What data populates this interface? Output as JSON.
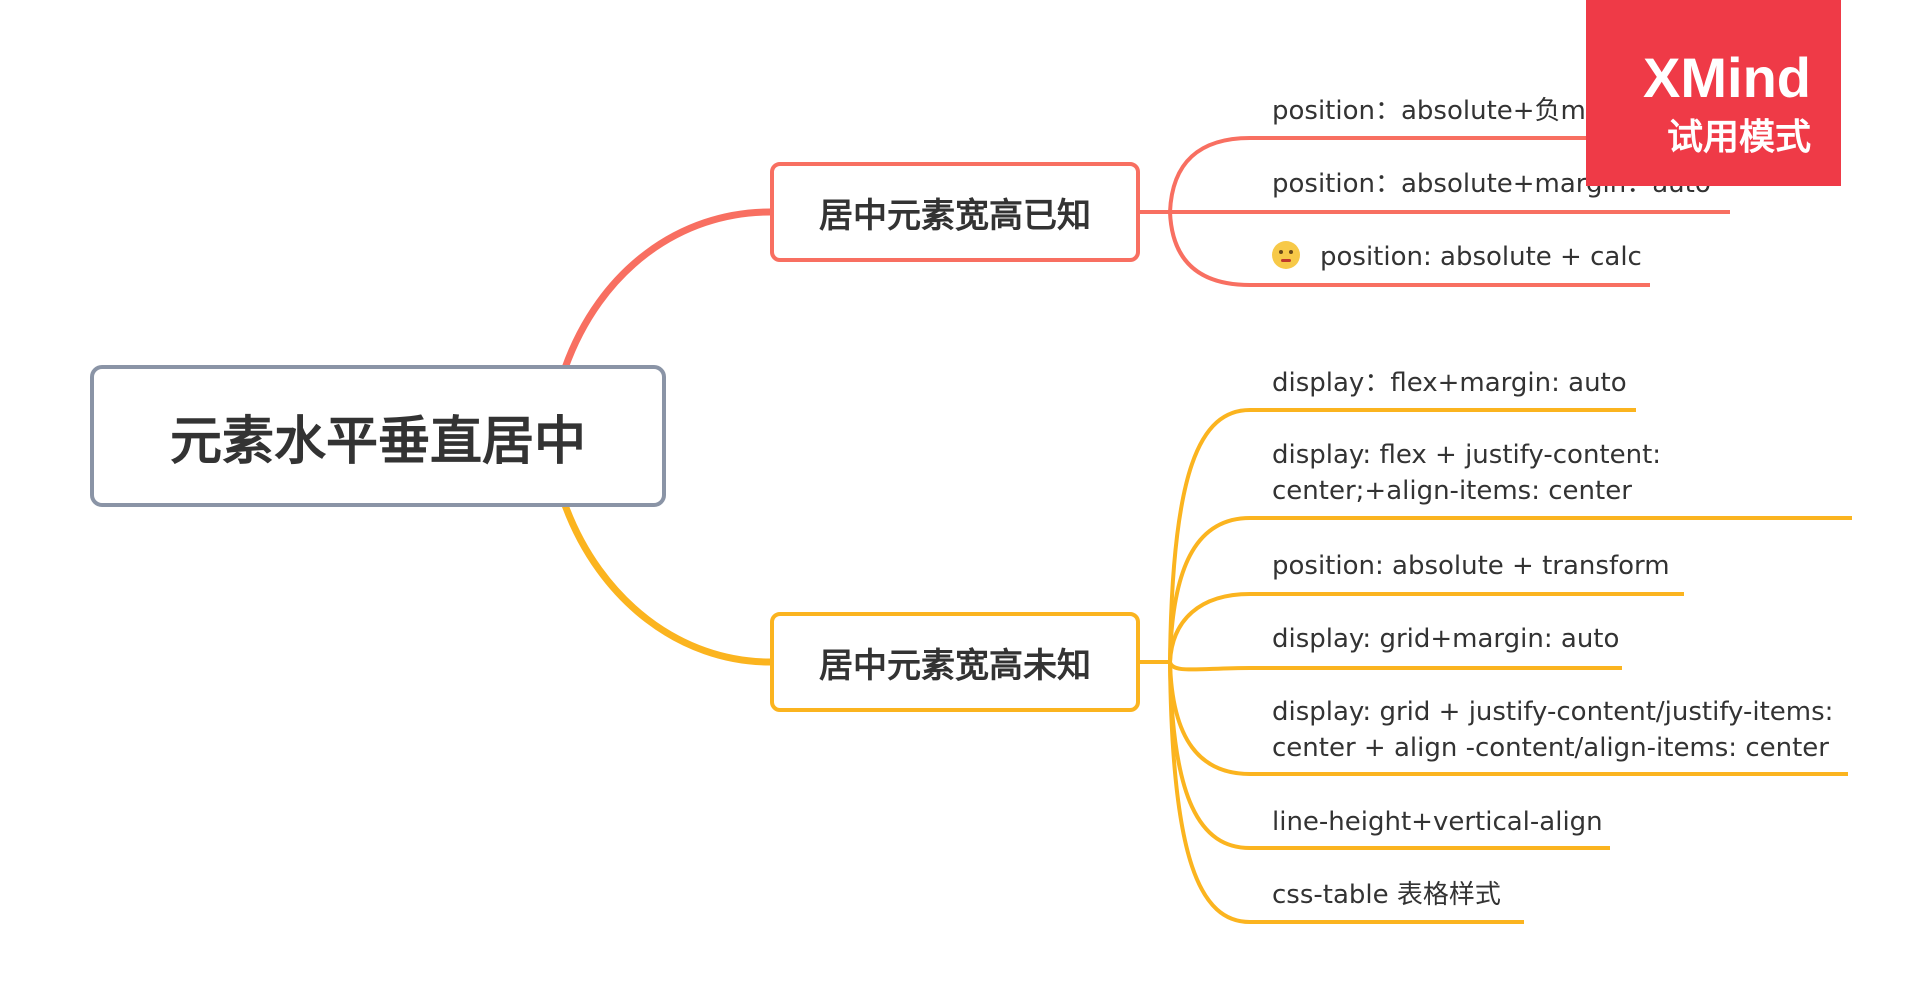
{
  "central_topic": "元素水平垂直居中",
  "branches": [
    {
      "label": "居中元素宽高已知",
      "color": "#f86f61",
      "items": [
        "position：absolute+负margin",
        "position：absolute+margin：auto",
        "position: absolute + calc"
      ]
    },
    {
      "label": "居中元素宽高未知",
      "color": "#fbb41f",
      "items": [
        "display：flex+margin: auto",
        "display: flex + justify-content: center;+align-items: center",
        "position: absolute + transform",
        "display: grid+margin: auto",
        "display: grid + justify-content/justify-items: center + align -content/align-items: center",
        "line-height+vertical-align",
        "css-table 表格样式"
      ]
    }
  ],
  "central_border_color": "#8a94a6",
  "watermark": {
    "brand": "XMind",
    "mode": "试用模式",
    "color": "#ef3a47"
  }
}
